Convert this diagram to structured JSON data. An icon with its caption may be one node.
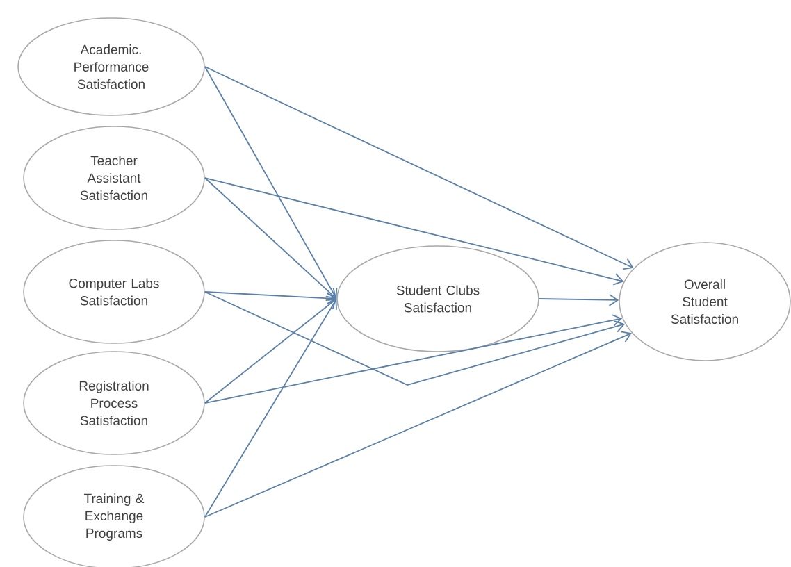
{
  "diagram": {
    "nodes": [
      {
        "text": [
          "Academic. Performance Satisfaction"
        ]
      },
      {
        "text": [
          "Teacher Assistant Satisfaction"
        ]
      },
      {
        "text": [
          "Computer Labs Satisfaction"
        ]
      },
      {
        "text": [
          "Registration Process Satisfaction"
        ]
      },
      {
        "text": [
          "Training & Exchange Programs"
        ]
      },
      {
        "text": [
          "Student Clubs Satisfaction"
        ]
      },
      {
        "text": [
          "Overall Student Satisfaction"
        ]
      }
    ],
    "edges": [
      {
        "from": 0,
        "to": 5,
        "arrow": "to"
      },
      {
        "from": 0,
        "to": 6,
        "arrow": "to"
      },
      {
        "from": 1,
        "to": 5,
        "arrow": "to"
      },
      {
        "from": 1,
        "to": 6,
        "arrow": "to"
      },
      {
        "from": 2,
        "to": 5,
        "arrow": "to"
      },
      {
        "from": 2,
        "to": 6,
        "arrow": "to"
      },
      {
        "from": 3,
        "to": 5,
        "arrow": "to"
      },
      {
        "from": 3,
        "to": 6,
        "arrow": "to"
      },
      {
        "from": 4,
        "to": 5,
        "arrow": "to"
      },
      {
        "from": 4,
        "to": 6,
        "arrow": "to"
      },
      {
        "from": 5,
        "to": 6,
        "arrow": "to"
      }
    ]
  }
}
